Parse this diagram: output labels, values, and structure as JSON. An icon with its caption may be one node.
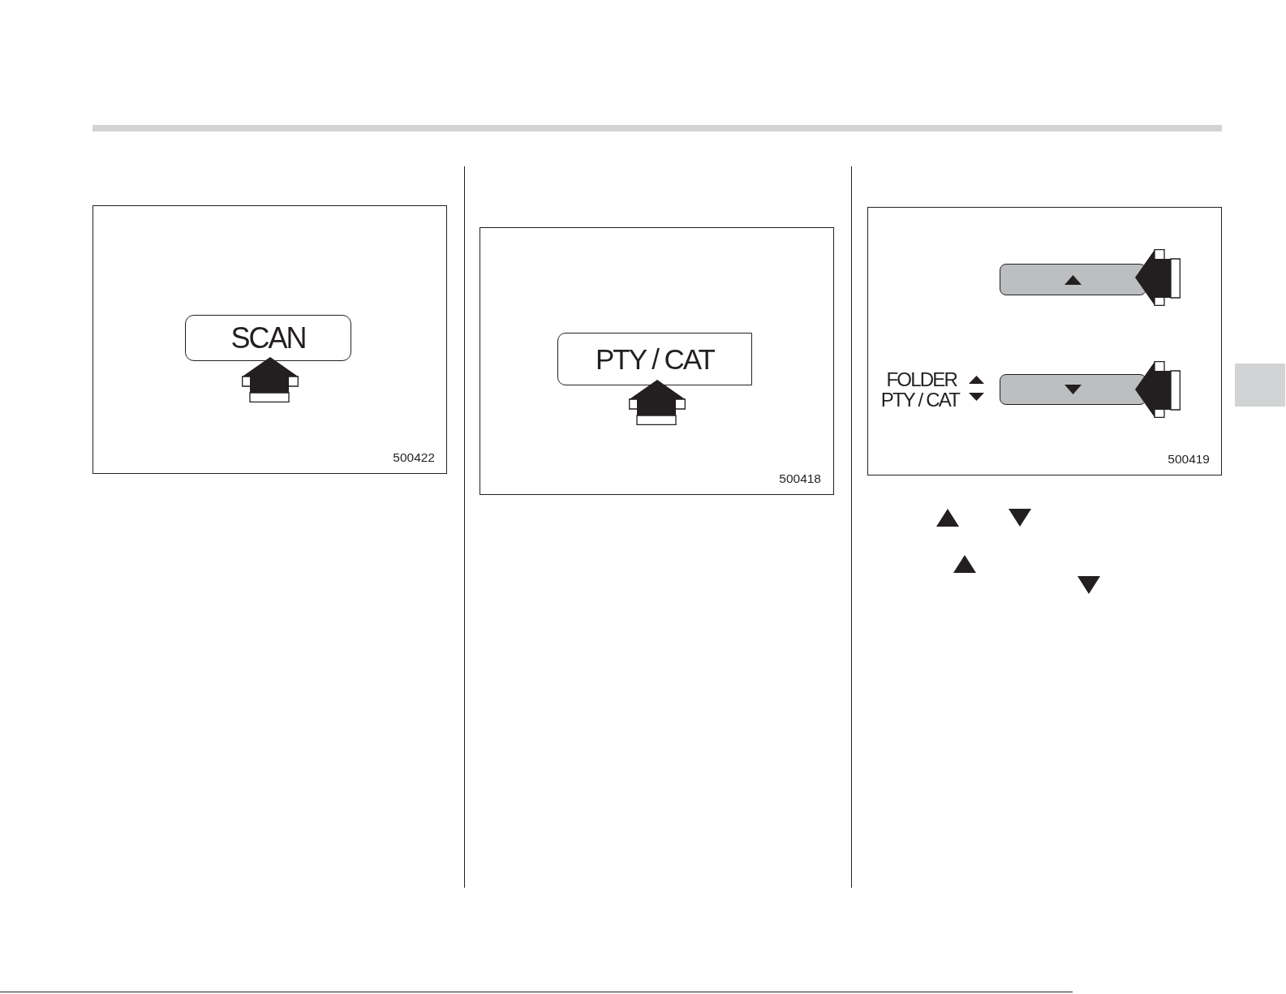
{
  "diagram": {
    "nodes": [
      {
        "text": [
          "500422"
        ]
      },
      {
        "text": [
          "SCAN"
        ],
        "in": 0
      },
      {
        "text": [
          "500418"
        ]
      },
      {
        "text": [
          "PTY / CAT"
        ],
        "in": 2
      },
      {
        "text": [
          "500419"
        ]
      },
      {
        "text": [],
        "shape": "box",
        "in": 4
      },
      {
        "text": [],
        "shape": "box",
        "in": 4
      }
    ],
    "labels": [
      "FOLDER",
      "PTY / CAT"
    ]
  }
}
